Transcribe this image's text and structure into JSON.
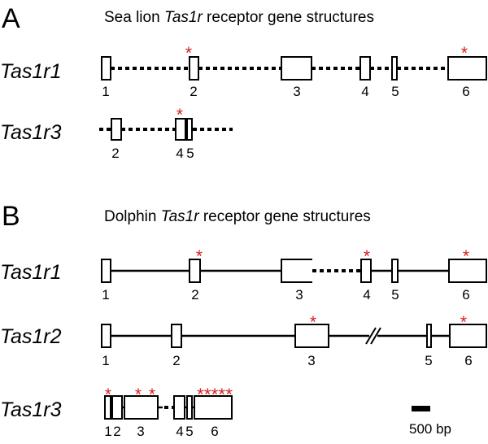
{
  "colors": {
    "stroke": "#000000",
    "star": "#d62020",
    "background": "#ffffff"
  },
  "panel_a": {
    "letter": "A",
    "title_pre": "Sea lion ",
    "title_italic": "Tas1r",
    "title_post": " receptor gene structures",
    "genes": [
      {
        "name": "Tas1r1",
        "exon_labels": [
          "1",
          "2",
          "3",
          "4",
          "5",
          "6"
        ],
        "stars": [
          "*",
          "*"
        ]
      },
      {
        "name": "Tas1r3",
        "exon_labels": [
          "2",
          "4",
          "5"
        ],
        "stars": [
          "*"
        ]
      }
    ]
  },
  "panel_b": {
    "letter": "B",
    "title_pre": "Dolphin ",
    "title_italic": "Tas1r",
    "title_post": " receptor gene structures",
    "genes": [
      {
        "name": "Tas1r1",
        "exon_labels": [
          "1",
          "2",
          "3",
          "4",
          "5",
          "6"
        ],
        "stars": [
          "*",
          "*",
          "*"
        ]
      },
      {
        "name": "Tas1r2",
        "exon_labels": [
          "1",
          "2",
          "3",
          "5",
          "6"
        ],
        "stars": [
          "*",
          "*"
        ]
      },
      {
        "name": "Tas1r3",
        "exon_labels": [
          "1",
          "2",
          "3",
          "4",
          "5",
          "6"
        ],
        "stars": [
          "*",
          "*",
          "*",
          "*****"
        ]
      }
    ]
  },
  "scale_bar": {
    "label": "500 bp"
  }
}
